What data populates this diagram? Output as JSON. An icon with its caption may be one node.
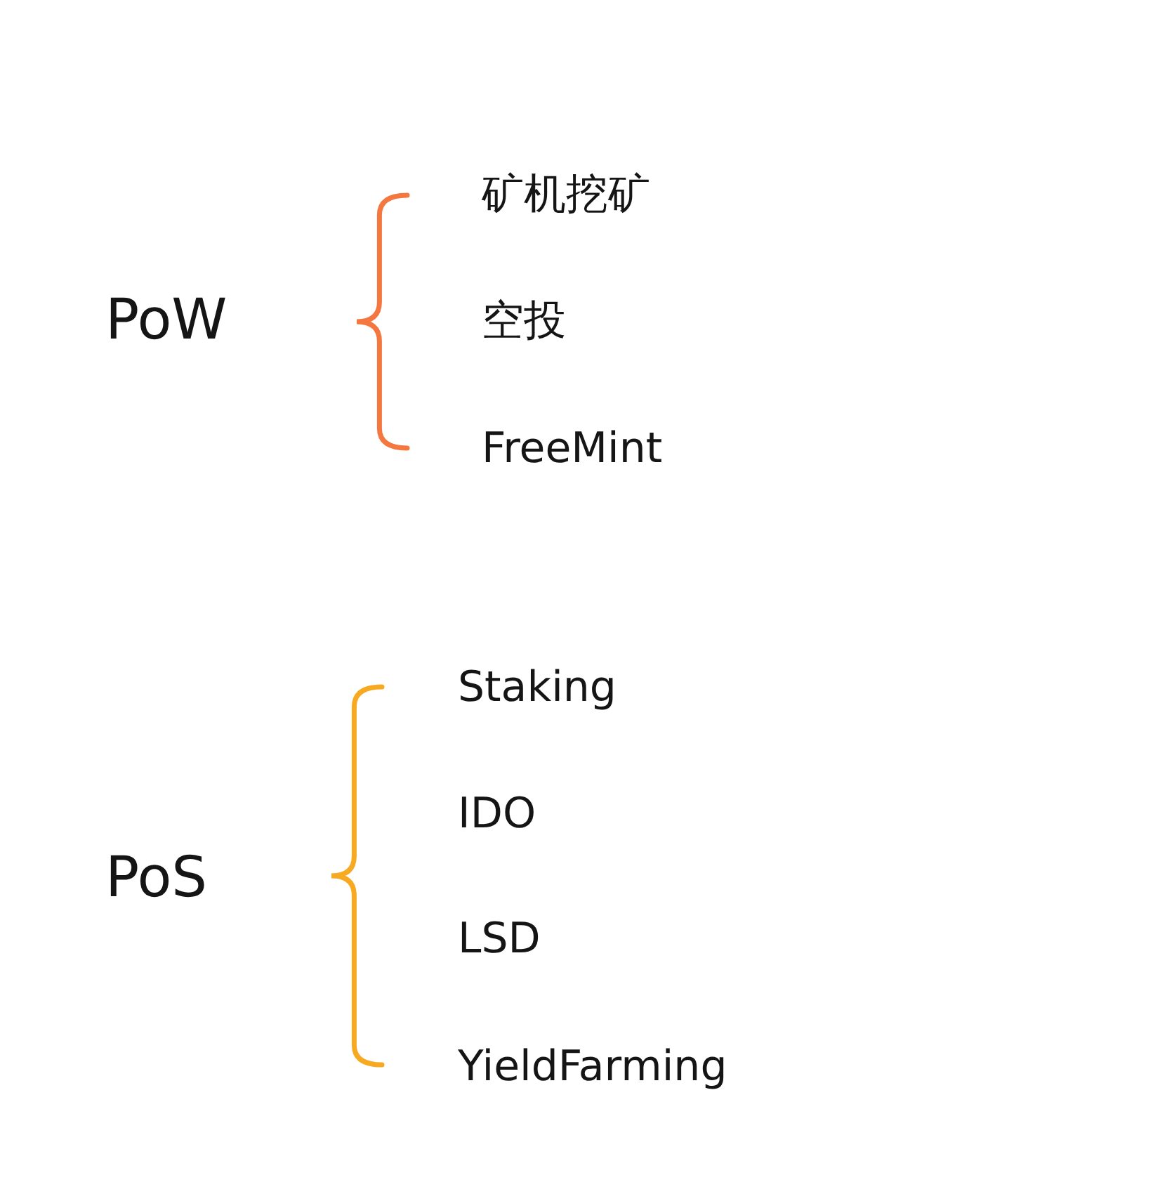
{
  "diagram": {
    "labels": [
      "PoW",
      "矿机挖矿",
      "空投",
      "FreeMint",
      "Staking",
      "IDO",
      "LSD",
      "YieldFarming",
      "PoS"
    ]
  }
}
